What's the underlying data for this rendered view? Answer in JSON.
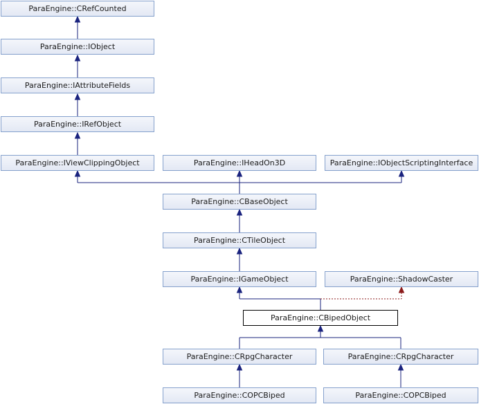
{
  "diagram": {
    "nodes": {
      "crefcounted": "ParaEngine::CRefCounted",
      "iobject": "ParaEngine::IObject",
      "iattributefields": "ParaEngine::IAttributeFields",
      "irefobject": "ParaEngine::IRefObject",
      "iviewclippingobject": "ParaEngine::IViewClippingObject",
      "iheadon3d": "ParaEngine::IHeadOn3D",
      "iobjectscriptinginterface": "ParaEngine::IObjectScriptingInterface",
      "cbaseobject": "ParaEngine::CBaseObject",
      "ctileobject": "ParaEngine::CTileObject",
      "igameobject": "ParaEngine::IGameObject",
      "shadowcaster": "ParaEngine::ShadowCaster",
      "cbipedobject": "ParaEngine::CBipedObject",
      "crpgcharacter_left": "ParaEngine::CRpgCharacter",
      "crpgcharacter_right": "ParaEngine::CRpgCharacter",
      "copcbiped_left": "ParaEngine::COPCBiped",
      "copcbiped_right": "ParaEngine::COPCBiped"
    },
    "colors": {
      "inheritance_edge": "#1a237e",
      "protected_edge": "#8b1a1a",
      "node_border": "#84a0cc",
      "current_border": "#000000"
    }
  }
}
